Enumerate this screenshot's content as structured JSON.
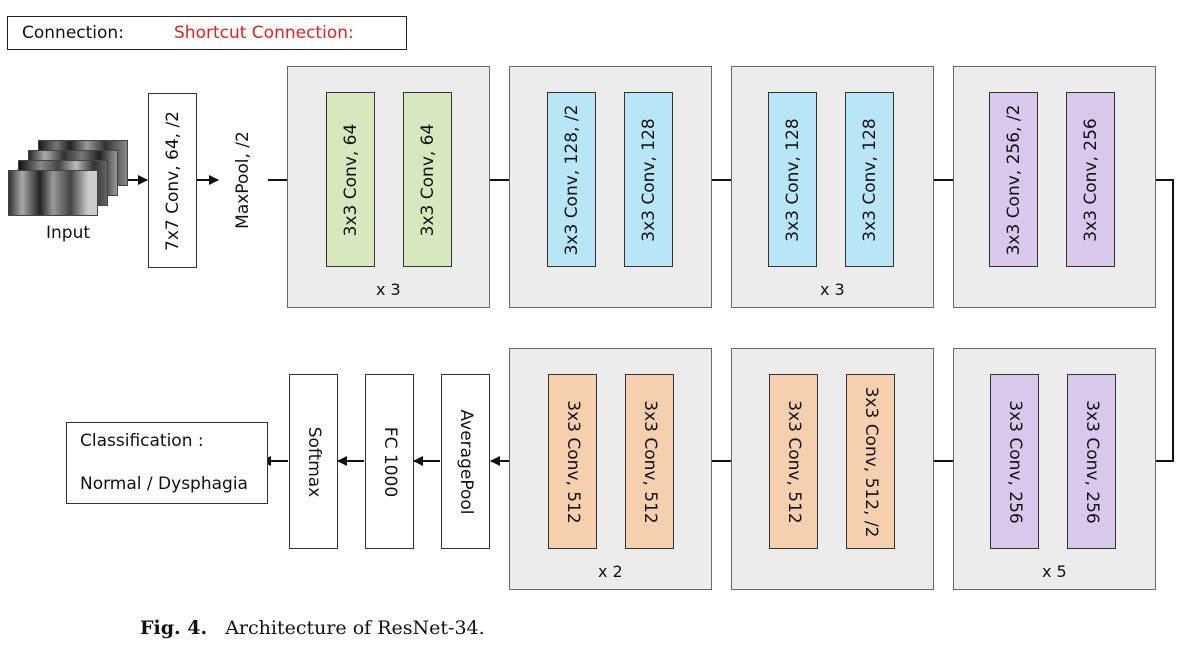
{
  "legend": {
    "connection": "Connection:",
    "shortcut": "Shortcut Connection:"
  },
  "input_label": "Input",
  "conv7": "7x7 Conv, 64, /2",
  "maxpool": "MaxPool, /2",
  "stages_top": [
    {
      "a": "3x3 Conv, 64",
      "b": "3x3 Conv, 64",
      "rep": "x 3"
    },
    {
      "a": "3x3 Conv, 128, /2",
      "b": "3x3 Conv, 128",
      "rep": ""
    },
    {
      "a": "3x3 Conv, 128",
      "b": "3x3 Conv, 128",
      "rep": "x 3"
    },
    {
      "a": "3x3 Conv, 256, /2",
      "b": "3x3 Conv, 256",
      "rep": ""
    }
  ],
  "stages_bottom": [
    {
      "a": "3x3 Conv, 512",
      "b": "3x3 Conv, 512",
      "rep": "x 2"
    },
    {
      "a": "3x3 Conv, 512",
      "b": "3x3 Conv, 512, /2",
      "rep": ""
    },
    {
      "a": "3x3 Conv, 256",
      "b": "3x3 Conv, 256",
      "rep": "x 5"
    }
  ],
  "avgpool": "AveragePool",
  "fc": "FC 1000",
  "softmax": "Softmax",
  "classification": {
    "line1": "Classification :",
    "line2": "Normal / Dysphagia"
  },
  "caption": {
    "label": "Fig. 4.",
    "text": "Architecture of ResNet-34."
  },
  "colors": {
    "shortcut": "#e02020",
    "green": "#d6e8bd",
    "blue": "#b9e6f7",
    "purple": "#d9c8ec",
    "orange": "#f6cfae"
  }
}
